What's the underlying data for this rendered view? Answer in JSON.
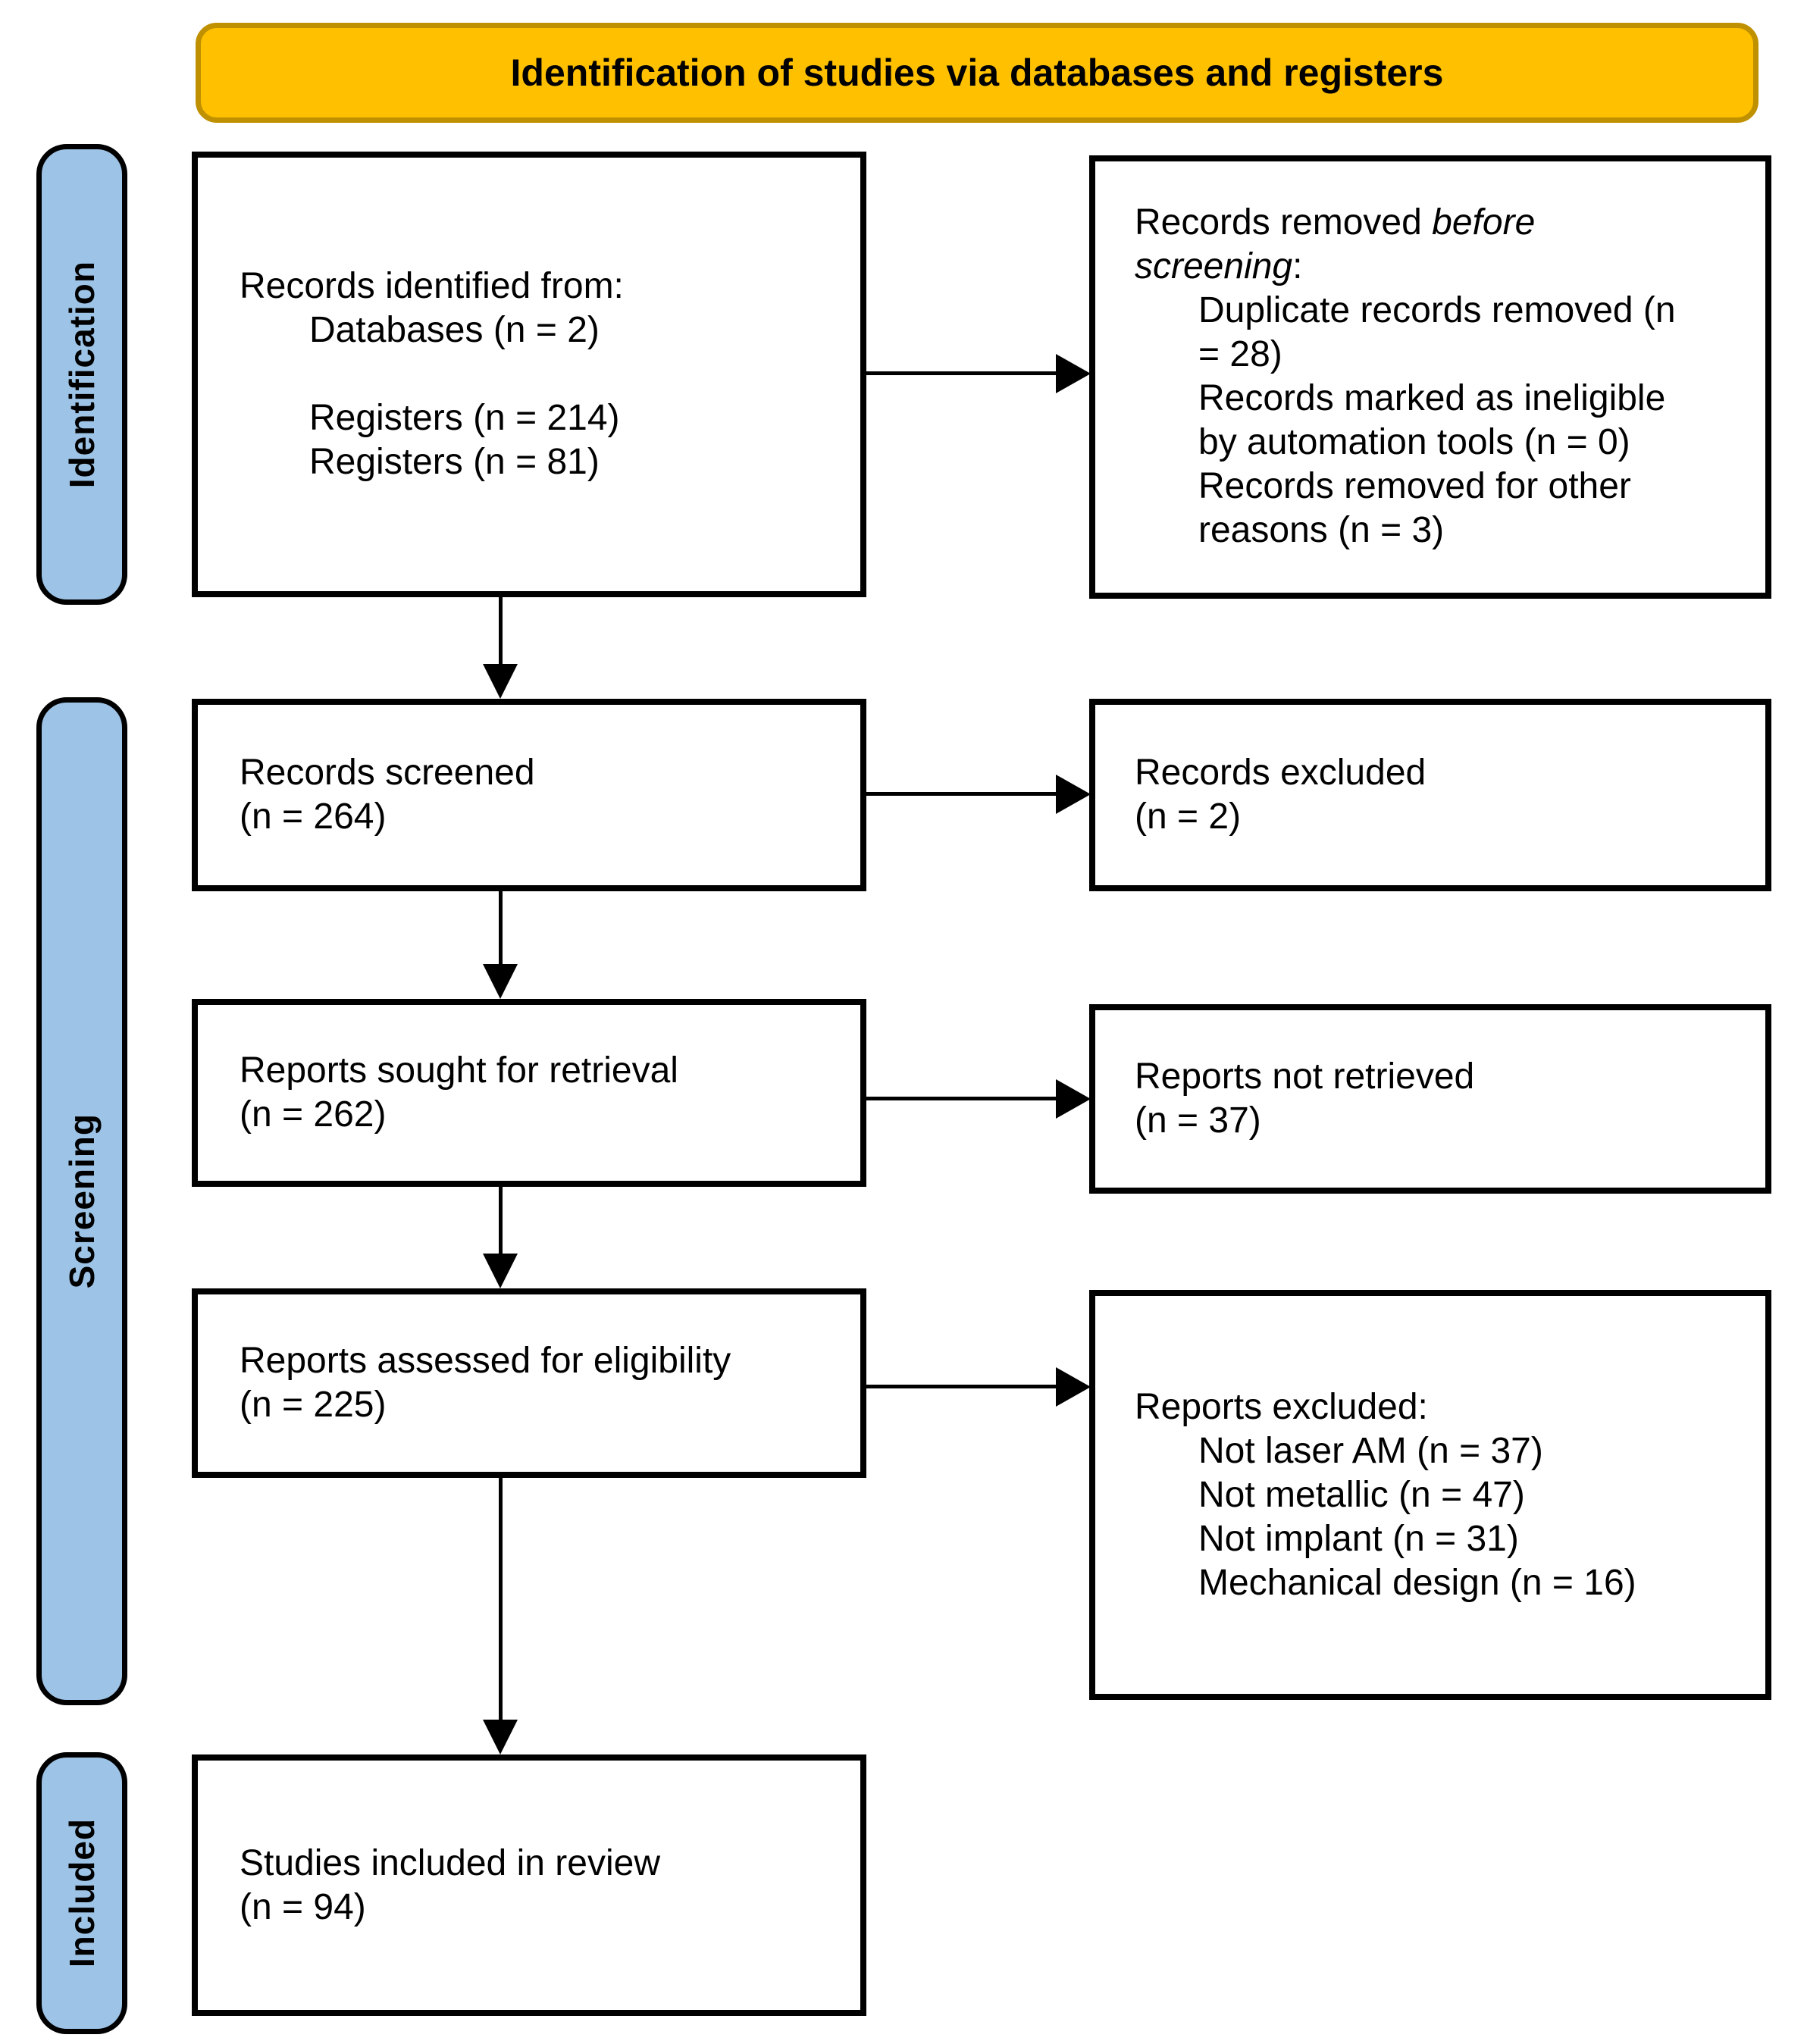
{
  "banner": {
    "title": "Identification of studies via databases and registers"
  },
  "stages": {
    "identification": "Identification",
    "screening": "Screening",
    "included": "Included"
  },
  "boxes": {
    "records_identified": {
      "intro": "Records identified from:",
      "items": [
        "Databases (n = 2)",
        "Registers (n = 214)",
        "Registers (n = 81)"
      ]
    },
    "records_removed": {
      "intro_pre": "Records removed ",
      "intro_italic": "before screening",
      "intro_post": ":",
      "items": [
        "Duplicate records removed (n = 28)",
        "Records marked as ineligible by automation tools (n = 0)",
        "Records removed for other reasons (n = 3)"
      ]
    },
    "records_screened": {
      "label": "Records screened",
      "count": "(n = 264)"
    },
    "records_excluded": {
      "label": "Records excluded",
      "count": "(n = 2)"
    },
    "reports_sought": {
      "label": "Reports sought for retrieval",
      "count": "(n = 262)"
    },
    "reports_not_retrieved": {
      "label": "Reports not retrieved",
      "count": "(n = 37)"
    },
    "reports_assessed": {
      "label": "Reports assessed for eligibility",
      "count": "(n = 225)"
    },
    "reports_excluded": {
      "intro": "Reports excluded:",
      "items": [
        "Not laser AM (n = 37)",
        "Not metallic (n = 47)",
        "Not implant (n = 31)",
        "Mechanical design (n = 16)"
      ]
    },
    "studies_included": {
      "label": "Studies included in review",
      "count": "(n = 94)"
    }
  },
  "colors": {
    "banner_fill": "#FFC000",
    "banner_border": "#BF9000",
    "stage_fill": "#9DC3E6",
    "line": "#000000"
  }
}
